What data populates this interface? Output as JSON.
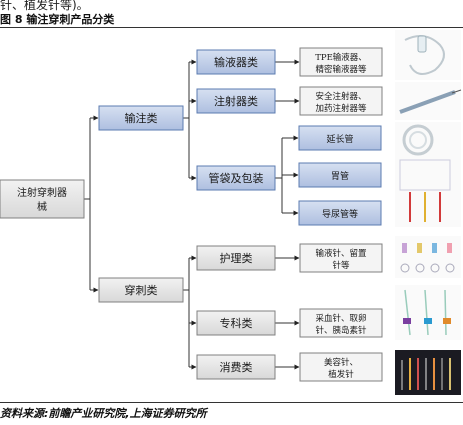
{
  "header": {
    "top_fragment": "针、植发针等)。",
    "figure_title": "图 8 输注穿刺产品分类"
  },
  "diagram": {
    "root": "注射穿刺器械",
    "level1": [
      "输注类",
      "穿刺类"
    ],
    "infusion_children": [
      "输液器类",
      "注射器类",
      "管袋及包装"
    ],
    "infusion_leaves": [
      "TPE输液器、精密输液器等",
      "安全注射器、加药注射器等"
    ],
    "bag_leaves": [
      "延长管",
      "胃管",
      "导尿管等"
    ],
    "puncture_children": [
      "护理类",
      "专科类",
      "消费类"
    ],
    "puncture_leaves": [
      "输液针、留置针等",
      "采血针、取卵针、胰岛素针",
      "美容针、植发针"
    ],
    "colors": {
      "blue_fill": "#b8c7e3",
      "blue_stroke": "#5b7bb0",
      "gray_fill": "#e3e3e3",
      "gray_stroke": "#808080"
    }
  },
  "footer": {
    "source": "资料来源:前瞻产业研究院,上海证券研究所"
  }
}
